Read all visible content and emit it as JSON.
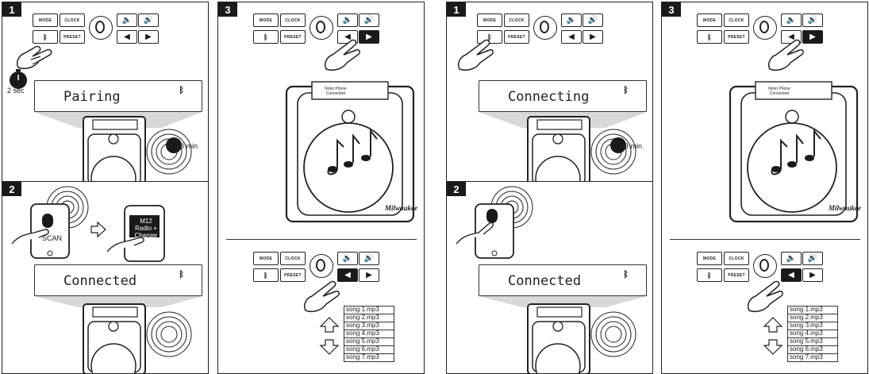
{
  "figures": [
    {
      "steps": [
        {
          "number": "1",
          "lcd": "Pairing",
          "hold_label": "2 sec",
          "timer_label": "3 min"
        },
        {
          "number": "2",
          "lcd": "Connected",
          "phone_button": "SCAN",
          "device_name": "M12 Radio + Charger"
        },
        {
          "number": "3",
          "radio_screen": "Nnnn Phone Connected",
          "songs": [
            "song 1.mp3",
            "song 2.mp3",
            "song 3.mp3",
            "song 4.mp3",
            "song 5.mp3",
            "song 6.mp3",
            "song 7.mp3"
          ]
        }
      ]
    },
    {
      "steps": [
        {
          "number": "1",
          "lcd": "Connecting",
          "timer_label": "3 min"
        },
        {
          "number": "2",
          "lcd": "Connected"
        },
        {
          "number": "3",
          "radio_screen": "Nnnn Phone Connected",
          "songs": [
            "song 1.mp3",
            "song 2.mp3",
            "song 3.mp3",
            "song 4.mp3",
            "song 5.mp3",
            "song 6.mp3",
            "song 7.mp3"
          ]
        }
      ]
    }
  ],
  "controls": {
    "mode": "MODE",
    "clock": "CLOCK",
    "preset": "PRESET",
    "bt_icon": "bluetooth-icon",
    "vol_down_icon": "volume-down-icon",
    "vol_up_icon": "volume-up-icon",
    "prev_icon": "prev-icon",
    "next_icon": "next-icon"
  },
  "brand": "Milwaukee"
}
